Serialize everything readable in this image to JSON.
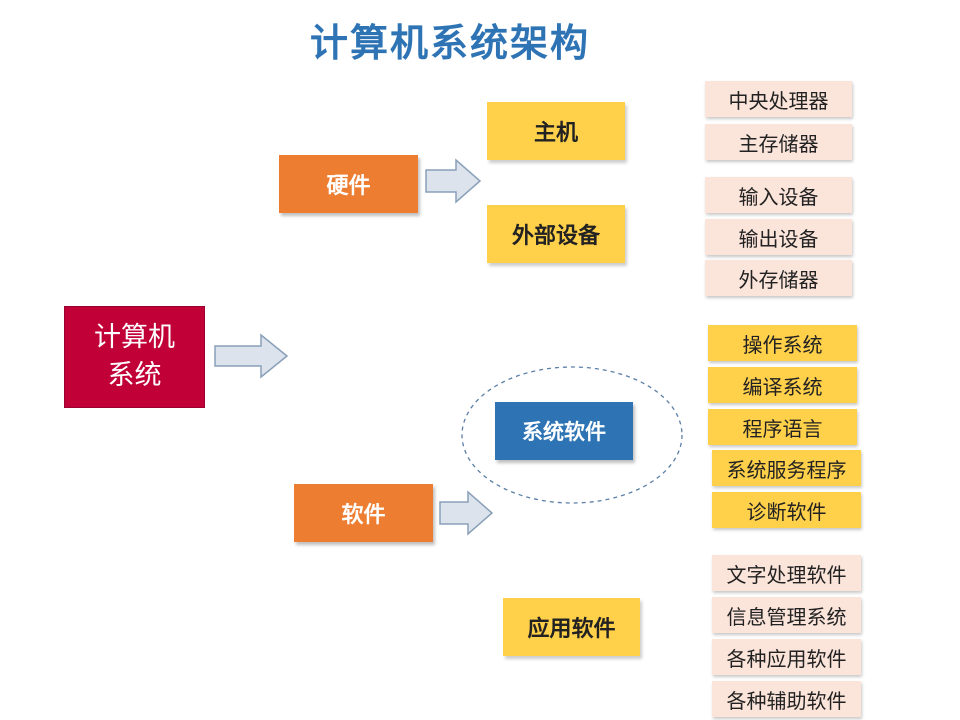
{
  "title": "计算机系统架构",
  "root": "计算机\n系统",
  "hardware": {
    "label": "硬件",
    "host": {
      "label": "主机",
      "items": [
        "中央处理器",
        "主存储器"
      ]
    },
    "peripherals": {
      "label": "外部设备",
      "items": [
        "输入设备",
        "输出设备",
        "外存储器"
      ]
    }
  },
  "software": {
    "label": "软件",
    "system_software": {
      "label": "系统软件",
      "items": [
        "操作系统",
        "编译系统",
        "程序语言",
        "系统服务程序",
        "诊断软件"
      ]
    },
    "application_software": {
      "label": "应用软件",
      "items": [
        "文字处理软件",
        "信息管理系统",
        "各种应用软件",
        "各种辅助软件"
      ]
    }
  },
  "colors": {
    "title": "#2e74b5",
    "root": "#c00037",
    "category": "#ed7d31",
    "group": "#ffd04a",
    "system_software": "#2e74b5",
    "leaf_hardware": "#fbe4da",
    "leaf_software_system": "#ffd04a",
    "leaf_software_app": "#fbe4da",
    "arrow_fill": "#dce3ec",
    "arrow_stroke": "#8aa0b8",
    "ellipse_stroke": "#5b7fa6"
  }
}
